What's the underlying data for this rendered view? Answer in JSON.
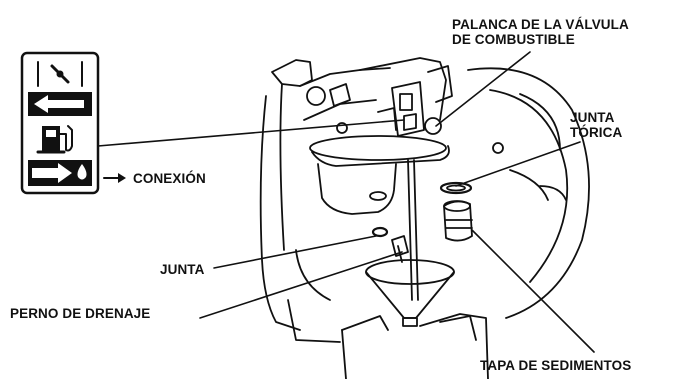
{
  "labels": {
    "fuel_valve_lever": [
      "PALANCA DE LA VÁLVULA",
      "DE COMBUSTIBLE"
    ],
    "o_ring": [
      "JUNTA",
      "TÓRICA"
    ],
    "connection": "CONEXIÓN",
    "gasket": "JUNTA",
    "drain_bolt": "PERNO DE DRENAJE",
    "sediment_cup": "TAPA DE SEDIMENTOS"
  },
  "icons": {
    "top_panel": "fuel-off-lever-arrow-left-icon",
    "bottom_panel": "fuel-pump-arrow-right-drop-icon"
  },
  "colors": {
    "ink": "#111111",
    "background": "#ffffff"
  }
}
